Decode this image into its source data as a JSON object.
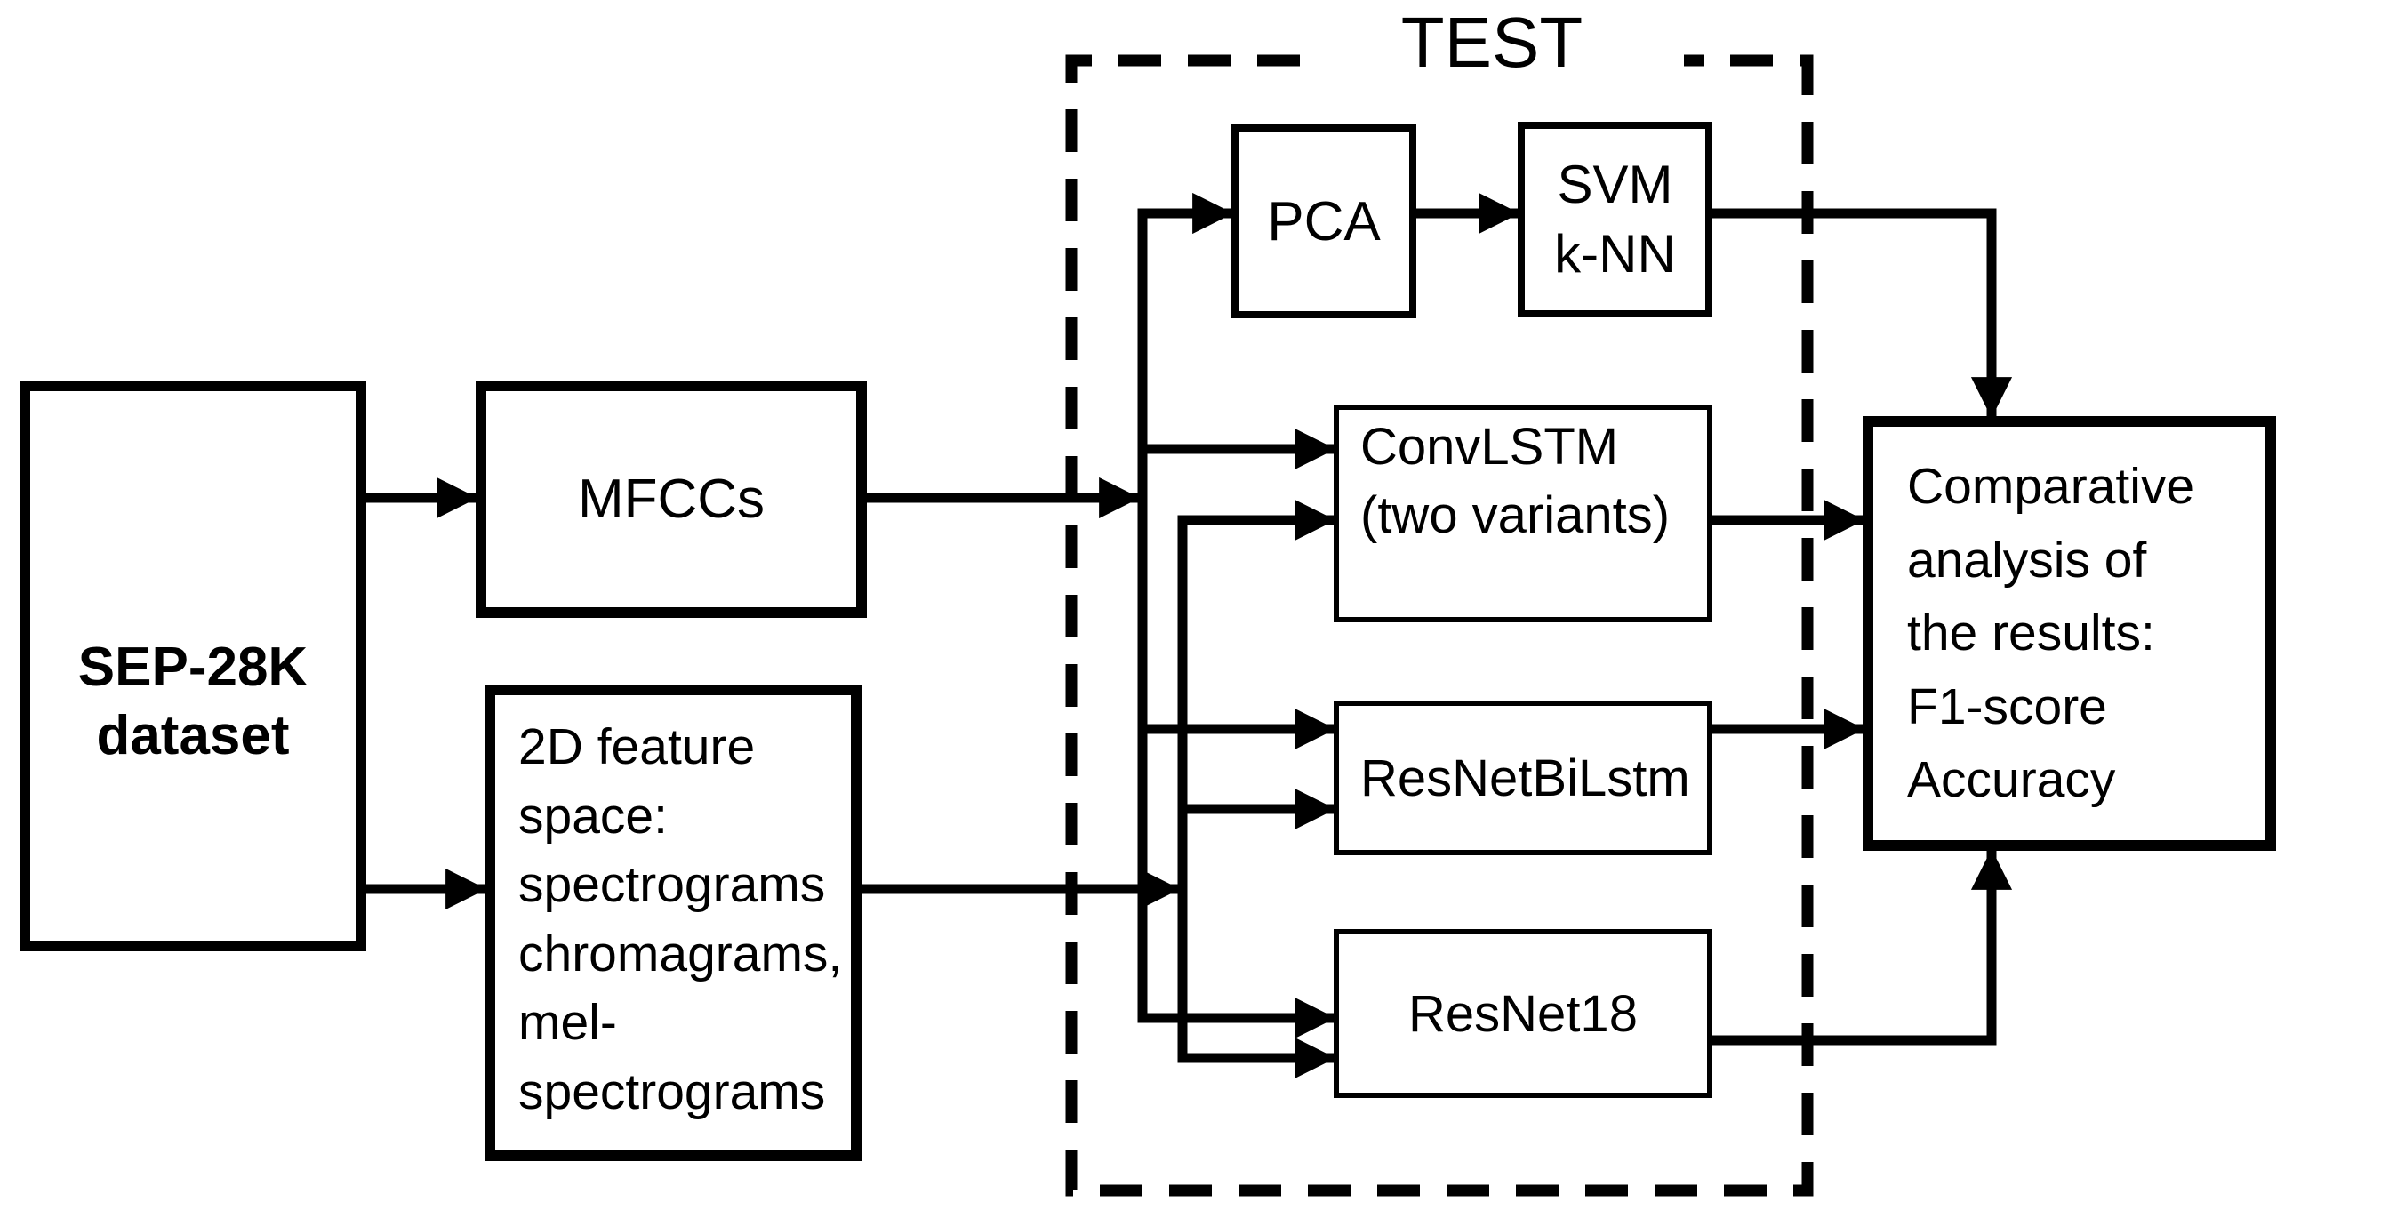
{
  "diagram": {
    "test_group_label": "TEST",
    "nodes": {
      "sep": {
        "lines": [
          "SEP-28K",
          "dataset"
        ]
      },
      "mfccs": {
        "label": "MFCCs"
      },
      "feature2d": {
        "lines": [
          "2D feature",
          "space:",
          "spectrograms",
          "chromagrams,",
          "mel-",
          "spectrograms"
        ]
      },
      "pca": {
        "label": "PCA"
      },
      "svm_knn": {
        "lines": [
          "SVM",
          "k-NN"
        ]
      },
      "convlstm": {
        "lines": [
          "ConvLSTM",
          "(two variants)"
        ]
      },
      "resnetbilstm": {
        "label": "ResNetBiLstm"
      },
      "resnet18": {
        "label": "ResNet18"
      },
      "comparative": {
        "lines": [
          "Comparative",
          "analysis of",
          "the results:",
          "F1-score",
          "Accuracy"
        ]
      }
    },
    "colors": {
      "ink": "#000000",
      "background": "#ffffff"
    }
  }
}
